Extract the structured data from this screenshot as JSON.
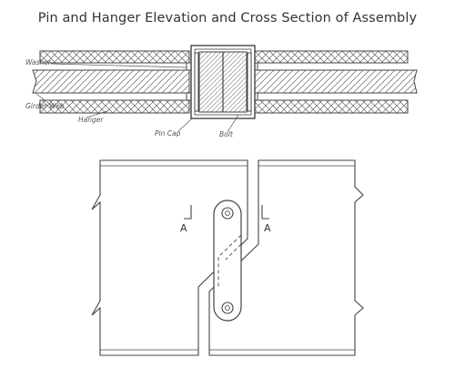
{
  "title": "Pin and Hanger Elevation and Cross Section of Assembly",
  "labels": {
    "washer": "Washer",
    "girder_web": "Girder Web",
    "hanger": "Hanger",
    "pin_cap": "Pin Cap",
    "bolt": "Bolt",
    "section_left": "A",
    "section_right": "A"
  },
  "colors": {
    "line": "#444444",
    "hatch": "#666666",
    "background": "#ffffff"
  }
}
